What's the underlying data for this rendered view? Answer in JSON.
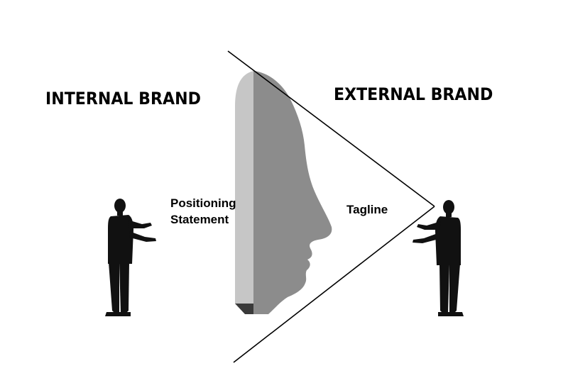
{
  "headings": {
    "internal": "INTERNAL BRAND",
    "external": "EXTERNAL BRAND"
  },
  "labels": {
    "positioning": "Positioning Statement",
    "tagline": "Tagline"
  },
  "colors": {
    "background": "#ffffff",
    "text": "#000000",
    "mask_face": "#8c8c8c",
    "mask_side": "#c6c6c6",
    "mask_bottom": "#3a3a3a",
    "silhouette": "#111111",
    "lines": "#000000"
  },
  "figures": {
    "left_person": "person-silhouette-icon",
    "right_person": "person-silhouette-icon",
    "mask": "face-mask-icon"
  }
}
